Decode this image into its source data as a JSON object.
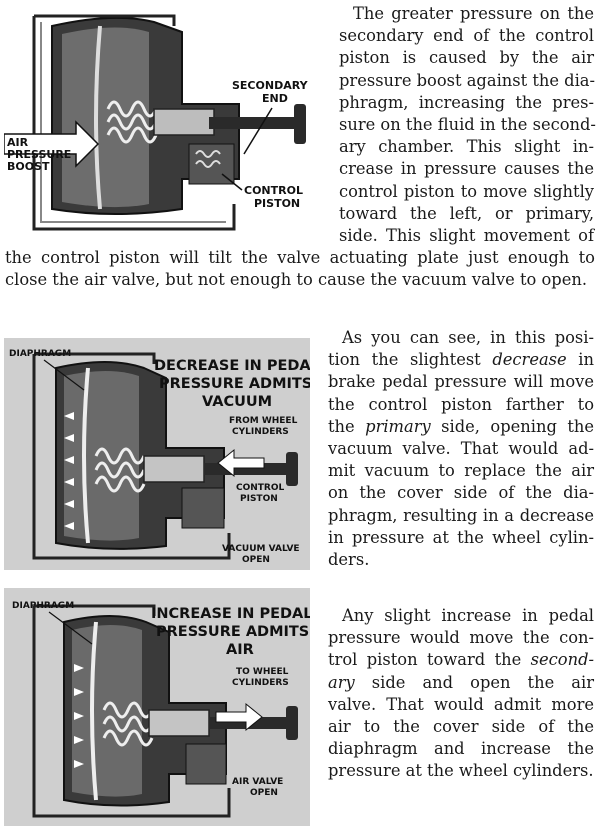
{
  "figures": [
    {
      "labels": {
        "secondary": [
          "SECONDARY",
          "END"
        ],
        "air": [
          "AIR",
          "PRESSURE",
          "BOOST"
        ],
        "piston": [
          "CONTROL",
          "PISTON"
        ]
      }
    },
    {
      "caption": [
        "DECREASE IN PEDAL",
        "PRESSURE ADMITS",
        "VACUUM"
      ],
      "labels": {
        "diaphragm": "DIAPHRAGM",
        "from_wheel": [
          "FROM WHEEL",
          "CYLINDERS"
        ],
        "piston": [
          "CONTROL",
          "PISTON"
        ],
        "vacuum_valve": [
          "VACUUM VALVE",
          "OPEN"
        ]
      }
    },
    {
      "caption": [
        "INCREASE IN PEDAL",
        "PRESSURE ADMITS",
        "AIR"
      ],
      "labels": {
        "diaphragm": "DIAPHRAGM",
        "to_wheel": [
          "TO WHEEL",
          "CYLINDERS"
        ],
        "air_valve": [
          "AIR VALVE",
          "OPEN"
        ]
      }
    }
  ],
  "text": {
    "para1": [
      "The greater pressure on the",
      "secondary end of the control",
      "piston is caused by the air",
      "pressure boost against the dia-",
      "phragm, increasing the pres-",
      "sure on the fluid in the second-",
      "ary chamber. This slight in-",
      "crease in pressure causes the",
      "control piston to move slightly",
      "toward the left, or primary,",
      "side. This slight movement of",
      "the control piston will tilt the valve actuating plate just enough to",
      "close the air valve, but not enough to cause the vacuum valve to open."
    ],
    "para2": {
      "l1": "As you can see, in this posi-",
      "l2_a": "tion the slightest ",
      "l2_em": "decrease",
      "l2_b": " in",
      "l3": "brake pedal pressure will move",
      "l4": "the control piston farther to",
      "l5_a": "the ",
      "l5_em": "primary",
      "l5_b": " side, opening the",
      "l6": "vacuum valve. That would ad-",
      "l7": "mit vacuum to replace the air",
      "l8": "on the cover side of the dia-",
      "l9": "phragm, resulting in a decrease",
      "l10": "in pressure at the wheel cylin-",
      "l11": "ders."
    },
    "para3": {
      "l1": "Any slight increase in pedal",
      "l2": "pressure would move the con-",
      "l3_a": "trol piston toward the ",
      "l3_em": "second-",
      "l4_em": "ary",
      "l4_b": " side and open the air",
      "l5": "valve. That would admit more",
      "l6": "air to the cover side of the",
      "l7": "diaphragm and increase the",
      "l8": "pressure at the wheel cylinders."
    }
  }
}
